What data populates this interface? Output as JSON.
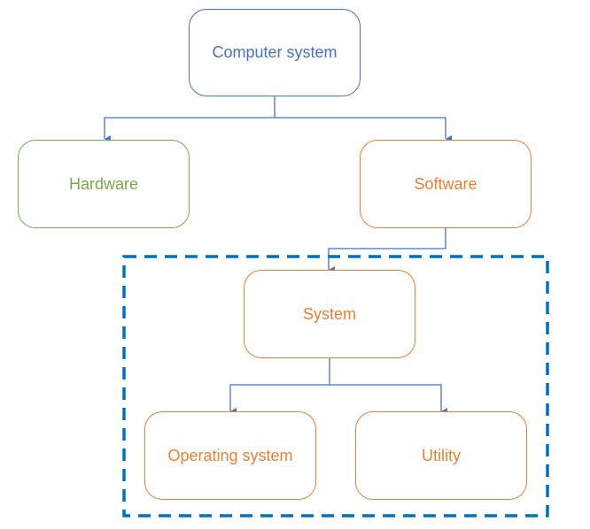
{
  "diagram": {
    "nodes": {
      "root": {
        "label": "Computer system",
        "color": "#4472c4"
      },
      "hardware": {
        "label": "Hardware",
        "color": "#70ad47"
      },
      "software": {
        "label": "Software",
        "color": "#ed7d31"
      },
      "system": {
        "label": "System",
        "color": "#ed7d31"
      },
      "os": {
        "label": "Operating system",
        "color": "#ed7d31"
      },
      "utility": {
        "label": "Utility",
        "color": "#ed7d31"
      }
    },
    "edges": [
      {
        "from": "Computer system",
        "to": "Hardware"
      },
      {
        "from": "Computer system",
        "to": "Software"
      },
      {
        "from": "Software",
        "to": "System"
      },
      {
        "from": "System",
        "to": "Operating system"
      },
      {
        "from": "System",
        "to": "Utility"
      }
    ],
    "group_border_color": "#0070c0",
    "connector_color": "#4472c4"
  }
}
